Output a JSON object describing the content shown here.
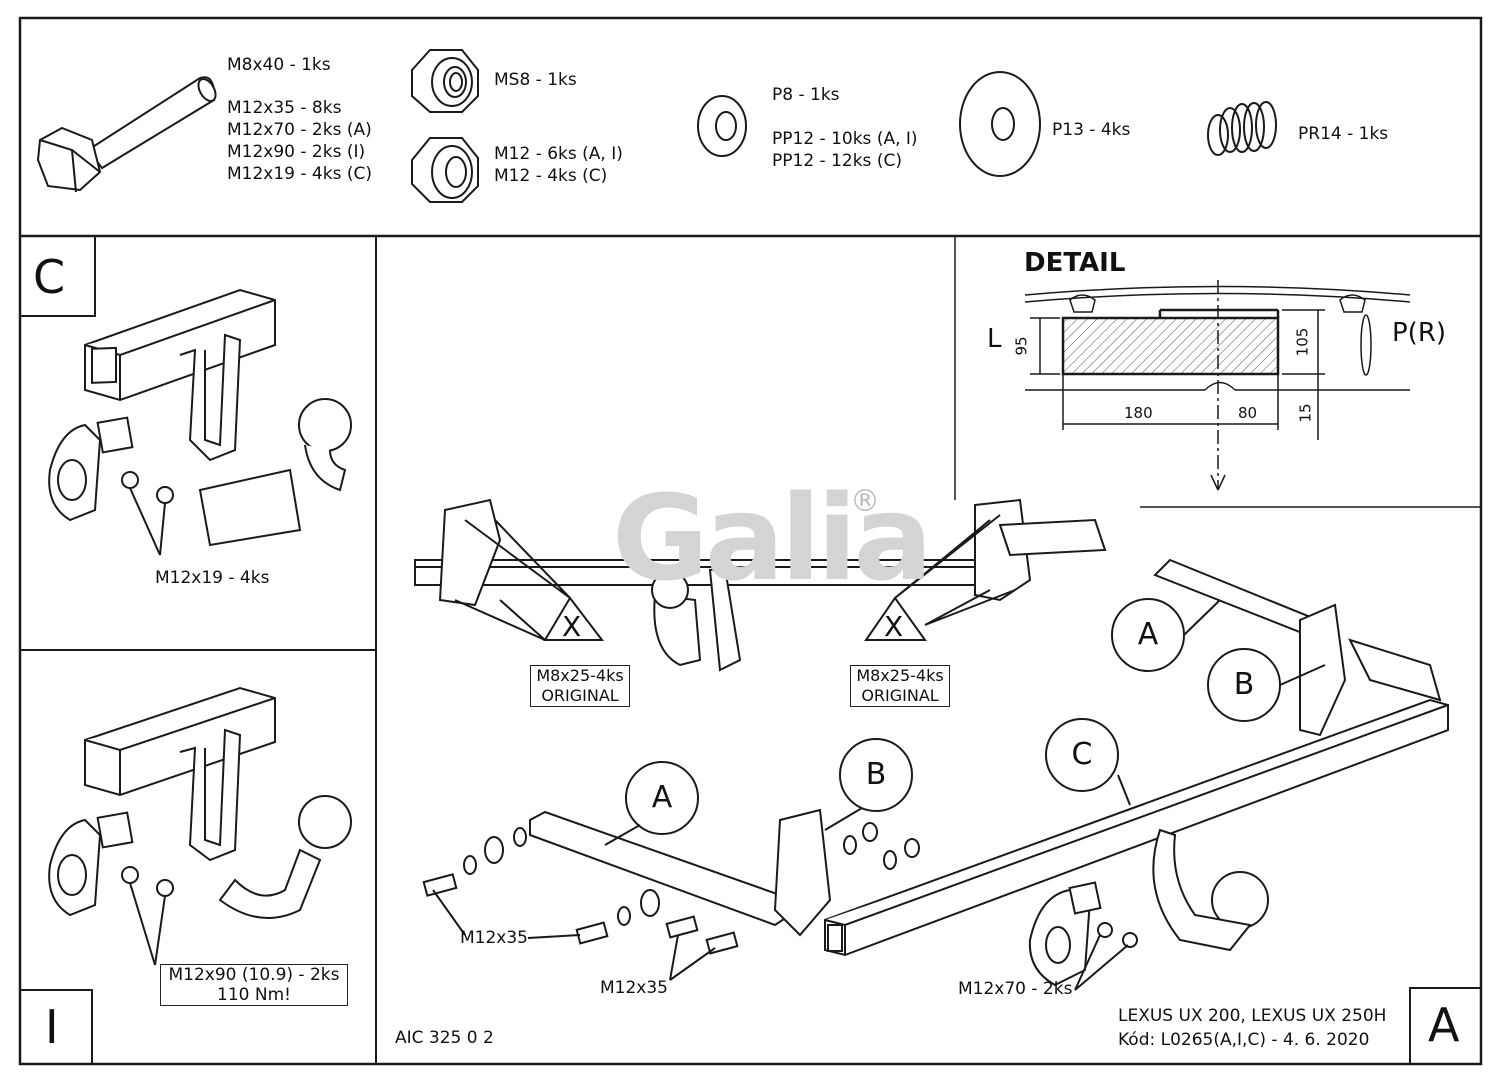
{
  "parts": {
    "bolt_label_1": "M8x40 - 1ks",
    "bolt_label_2": "M12x35 - 8ks",
    "bolt_label_3": "M12x70 - 2ks (A)",
    "bolt_label_4": "M12x90 - 2ks (I)",
    "bolt_label_5": "M12x19 - 4ks (C)",
    "nut_ms8": "MS8 - 1ks",
    "nut_m12_1": "M12 - 6ks (A, I)",
    "nut_m12_2": "M12 - 4ks (C)",
    "washer_p8": "P8 - 1ks",
    "washer_pp12_1": "PP12 - 10ks (A, I)",
    "washer_pp12_2": "PP12 - 12ks (C)",
    "washer_p13": "P13 - 4ks",
    "spring_pr14": "PR14 - 1ks"
  },
  "panel_c": {
    "letter": "C",
    "bolt_label": "M12x19 - 4ks"
  },
  "panel_i": {
    "letter": "I",
    "bolt_label_1": "M12x90 (10.9) - 2ks",
    "bolt_label_2": "110 Nm!"
  },
  "detail": {
    "title": "DETAIL",
    "left_side": "L",
    "right_side": "P(R)",
    "dim_95": "95",
    "dim_105": "105",
    "dim_180": "180",
    "dim_80": "80",
    "dim_15": "15"
  },
  "main": {
    "original_left_1": "M8x25-4ks",
    "original_left_2": "ORIGINAL",
    "original_right_1": "M8x25-4ks",
    "original_right_2": "ORIGINAL",
    "x_left": "X",
    "x_right": "X",
    "callout_a_top": "A",
    "callout_b_top": "B",
    "callout_c": "C",
    "callout_a_bottom": "A",
    "callout_b_bottom": "B",
    "bolt_m12x35_1": "M12x35",
    "bolt_m12x35_2": "M12x35",
    "bolt_m12x70": "M12x70 - 2ks",
    "logo": "Galia",
    "logo_mark": "®",
    "panel_letter": "A"
  },
  "footer": {
    "code": "AIC 325 0 2",
    "vehicle": "LEXUS UX 200, LEXUS UX 250H",
    "kod": "Kód: L0265(A,I,C) - 4. 6. 2020"
  }
}
